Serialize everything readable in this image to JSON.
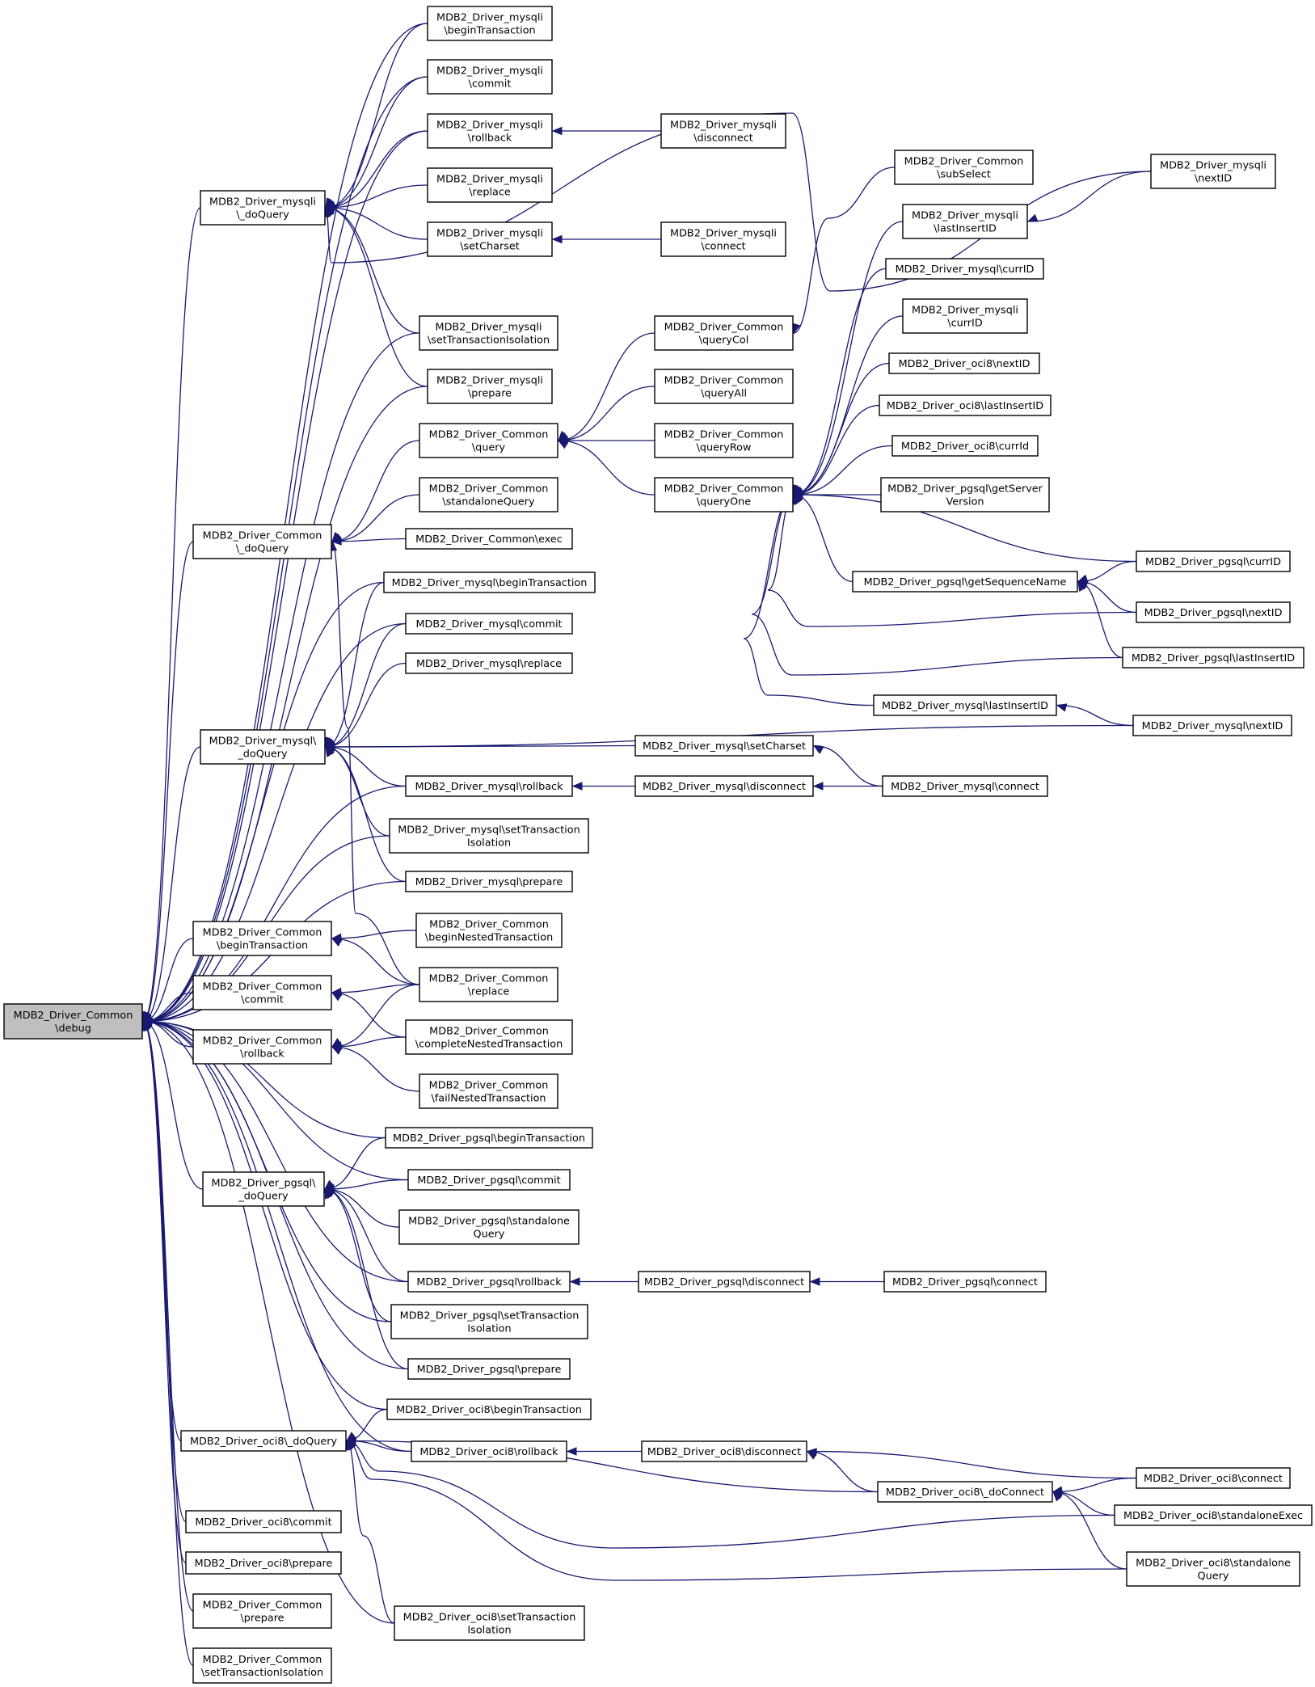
{
  "graph": {
    "nodes": [
      {
        "id": "root",
        "lines": [
          "MDB2_Driver_Common",
          "\\debug"
        ],
        "root": true
      },
      {
        "id": "n_mysqli_doQuery",
        "lines": [
          "MDB2_Driver_mysqli",
          "\\_doQuery"
        ]
      },
      {
        "id": "n_common_doQuery",
        "lines": [
          "MDB2_Driver_Common",
          "\\_doQuery"
        ]
      },
      {
        "id": "n_mysql_doQuery",
        "lines": [
          "MDB2_Driver_mysql\\",
          "_doQuery"
        ]
      },
      {
        "id": "n_common_beginTransaction",
        "lines": [
          "MDB2_Driver_Common",
          "\\beginTransaction"
        ]
      },
      {
        "id": "n_common_commit",
        "lines": [
          "MDB2_Driver_Common",
          "\\commit"
        ]
      },
      {
        "id": "n_common_rollback",
        "lines": [
          "MDB2_Driver_Common",
          "\\rollback"
        ]
      },
      {
        "id": "n_pgsql_doQuery",
        "lines": [
          "MDB2_Driver_pgsql\\",
          "_doQuery"
        ]
      },
      {
        "id": "n_oci8_doQuery",
        "lines": [
          "MDB2_Driver_oci8\\_doQuery"
        ]
      },
      {
        "id": "n_oci8_commit",
        "lines": [
          "MDB2_Driver_oci8\\commit"
        ]
      },
      {
        "id": "n_oci8_prepare",
        "lines": [
          "MDB2_Driver_oci8\\prepare"
        ]
      },
      {
        "id": "n_common_prepare",
        "lines": [
          "MDB2_Driver_Common",
          "\\prepare"
        ]
      },
      {
        "id": "n_common_setTransactionIsolation",
        "lines": [
          "MDB2_Driver_Common",
          "\\setTransactionIsolation"
        ]
      },
      {
        "id": "n_mysqli_beginTransaction",
        "lines": [
          "MDB2_Driver_mysqli",
          "\\beginTransaction"
        ]
      },
      {
        "id": "n_mysqli_commit",
        "lines": [
          "MDB2_Driver_mysqli",
          "\\commit"
        ]
      },
      {
        "id": "n_mysqli_rollback",
        "lines": [
          "MDB2_Driver_mysqli",
          "\\rollback"
        ]
      },
      {
        "id": "n_mysqli_replace",
        "lines": [
          "MDB2_Driver_mysqli",
          "\\replace"
        ]
      },
      {
        "id": "n_mysqli_setCharset",
        "lines": [
          "MDB2_Driver_mysqli",
          "\\setCharset"
        ]
      },
      {
        "id": "n_mysqli_setTransactionIsolation",
        "lines": [
          "MDB2_Driver_mysqli",
          "\\setTransactionIsolation"
        ]
      },
      {
        "id": "n_mysqli_prepare",
        "lines": [
          "MDB2_Driver_mysqli",
          "\\prepare"
        ]
      },
      {
        "id": "n_common_query",
        "lines": [
          "MDB2_Driver_Common",
          "\\query"
        ]
      },
      {
        "id": "n_common_standaloneQuery",
        "lines": [
          "MDB2_Driver_Common",
          "\\standaloneQuery"
        ]
      },
      {
        "id": "n_common_exec",
        "lines": [
          "MDB2_Driver_Common\\exec"
        ]
      },
      {
        "id": "n_mysql_beginTransaction",
        "lines": [
          "MDB2_Driver_mysql\\beginTransaction"
        ]
      },
      {
        "id": "n_mysql_commit",
        "lines": [
          "MDB2_Driver_mysql\\commit"
        ]
      },
      {
        "id": "n_mysql_replace",
        "lines": [
          "MDB2_Driver_mysql\\replace"
        ]
      },
      {
        "id": "n_mysql_rollback",
        "lines": [
          "MDB2_Driver_mysql\\rollback"
        ]
      },
      {
        "id": "n_mysql_setTransactionIsolation",
        "lines": [
          "MDB2_Driver_mysql\\setTransaction",
          "Isolation"
        ]
      },
      {
        "id": "n_mysql_prepare",
        "lines": [
          "MDB2_Driver_mysql\\prepare"
        ]
      },
      {
        "id": "n_common_beginNestedTransaction",
        "lines": [
          "MDB2_Driver_Common",
          "\\beginNestedTransaction"
        ]
      },
      {
        "id": "n_common_replace",
        "lines": [
          "MDB2_Driver_Common",
          "\\replace"
        ]
      },
      {
        "id": "n_common_completeNestedTransaction",
        "lines": [
          "MDB2_Driver_Common",
          "\\completeNestedTransaction"
        ]
      },
      {
        "id": "n_common_failNestedTransaction",
        "lines": [
          "MDB2_Driver_Common",
          "\\failNestedTransaction"
        ]
      },
      {
        "id": "n_pgsql_beginTransaction",
        "lines": [
          "MDB2_Driver_pgsql\\beginTransaction"
        ]
      },
      {
        "id": "n_pgsql_commit",
        "lines": [
          "MDB2_Driver_pgsql\\commit"
        ]
      },
      {
        "id": "n_pgsql_standaloneQuery",
        "lines": [
          "MDB2_Driver_pgsql\\standalone",
          "Query"
        ]
      },
      {
        "id": "n_pgsql_rollback",
        "lines": [
          "MDB2_Driver_pgsql\\rollback"
        ]
      },
      {
        "id": "n_pgsql_setTransactionIsolation",
        "lines": [
          "MDB2_Driver_pgsql\\setTransaction",
          "Isolation"
        ]
      },
      {
        "id": "n_pgsql_prepare",
        "lines": [
          "MDB2_Driver_pgsql\\prepare"
        ]
      },
      {
        "id": "n_oci8_beginTransaction",
        "lines": [
          "MDB2_Driver_oci8\\beginTransaction"
        ]
      },
      {
        "id": "n_oci8_rollback",
        "lines": [
          "MDB2_Driver_oci8\\rollback"
        ]
      },
      {
        "id": "n_oci8_setTransactionIsolation",
        "lines": [
          "MDB2_Driver_oci8\\setTransaction",
          "Isolation"
        ]
      },
      {
        "id": "n_mysqli_disconnect",
        "lines": [
          "MDB2_Driver_mysqli",
          "\\disconnect"
        ]
      },
      {
        "id": "n_mysqli_connect",
        "lines": [
          "MDB2_Driver_mysqli",
          "\\connect"
        ]
      },
      {
        "id": "n_common_queryCol",
        "lines": [
          "MDB2_Driver_Common",
          "\\queryCol"
        ]
      },
      {
        "id": "n_common_queryAll",
        "lines": [
          "MDB2_Driver_Common",
          "\\queryAll"
        ]
      },
      {
        "id": "n_common_queryRow",
        "lines": [
          "MDB2_Driver_Common",
          "\\queryRow"
        ]
      },
      {
        "id": "n_common_queryOne",
        "lines": [
          "MDB2_Driver_Common",
          "\\queryOne"
        ]
      },
      {
        "id": "n_mysql_setCharset",
        "lines": [
          "MDB2_Driver_mysql\\setCharset"
        ]
      },
      {
        "id": "n_mysql_disconnect",
        "lines": [
          "MDB2_Driver_mysql\\disconnect"
        ]
      },
      {
        "id": "n_pgsql_disconnect",
        "lines": [
          "MDB2_Driver_pgsql\\disconnect"
        ]
      },
      {
        "id": "n_oci8_disconnect",
        "lines": [
          "MDB2_Driver_oci8\\disconnect"
        ]
      },
      {
        "id": "n_common_subSelect",
        "lines": [
          "MDB2_Driver_Common",
          "\\subSelect"
        ]
      },
      {
        "id": "n_mysqli_lastInsertID",
        "lines": [
          "MDB2_Driver_mysqli",
          "\\lastInsertID"
        ]
      },
      {
        "id": "n_mysql_currID",
        "lines": [
          "MDB2_Driver_mysql\\currID"
        ]
      },
      {
        "id": "n_mysqli_currID",
        "lines": [
          "MDB2_Driver_mysqli",
          "\\currID"
        ]
      },
      {
        "id": "n_oci8_nextID",
        "lines": [
          "MDB2_Driver_oci8\\nextID"
        ]
      },
      {
        "id": "n_oci8_lastInsertID",
        "lines": [
          "MDB2_Driver_oci8\\lastInsertID"
        ]
      },
      {
        "id": "n_oci8_currId",
        "lines": [
          "MDB2_Driver_oci8\\currId"
        ]
      },
      {
        "id": "n_pgsql_getServerVersion",
        "lines": [
          "MDB2_Driver_pgsql\\getServer",
          "Version"
        ]
      },
      {
        "id": "n_pgsql_getSequenceName",
        "lines": [
          "MDB2_Driver_pgsql\\getSequenceName"
        ]
      },
      {
        "id": "n_mysql_lastInsertID",
        "lines": [
          "MDB2_Driver_mysql\\lastInsertID"
        ]
      },
      {
        "id": "n_mysql_connect",
        "lines": [
          "MDB2_Driver_mysql\\connect"
        ]
      },
      {
        "id": "n_pgsql_connect",
        "lines": [
          "MDB2_Driver_pgsql\\connect"
        ]
      },
      {
        "id": "n_oci8_doConnect",
        "lines": [
          "MDB2_Driver_oci8\\_doConnect"
        ]
      },
      {
        "id": "n_mysqli_nextID",
        "lines": [
          "MDB2_Driver_mysqli",
          "\\nextID"
        ]
      },
      {
        "id": "n_pgsql_currID",
        "lines": [
          "MDB2_Driver_pgsql\\currID"
        ]
      },
      {
        "id": "n_pgsql_nextID",
        "lines": [
          "MDB2_Driver_pgsql\\nextID"
        ]
      },
      {
        "id": "n_pgsql_lastInsertID",
        "lines": [
          "MDB2_Driver_pgsql\\lastInsertID"
        ]
      },
      {
        "id": "n_mysql_nextID",
        "lines": [
          "MDB2_Driver_mysql\\nextID"
        ]
      },
      {
        "id": "n_oci8_connect",
        "lines": [
          "MDB2_Driver_oci8\\connect"
        ]
      },
      {
        "id": "n_oci8_standaloneExec",
        "lines": [
          "MDB2_Driver_oci8\\standaloneExec"
        ]
      },
      {
        "id": "n_oci8_standaloneQuery",
        "lines": [
          "MDB2_Driver_oci8\\standalone",
          "Query"
        ]
      }
    ],
    "edges": [
      [
        "n_mysqli_doQuery",
        "root"
      ],
      [
        "n_common_doQuery",
        "root"
      ],
      [
        "n_mysql_doQuery",
        "root"
      ],
      [
        "n_common_beginTransaction",
        "root"
      ],
      [
        "n_common_commit",
        "root"
      ],
      [
        "n_common_rollback",
        "root"
      ],
      [
        "n_pgsql_doQuery",
        "root"
      ],
      [
        "n_oci8_doQuery",
        "root"
      ],
      [
        "n_oci8_commit",
        "root"
      ],
      [
        "n_oci8_prepare",
        "root"
      ],
      [
        "n_common_prepare",
        "root"
      ],
      [
        "n_common_setTransactionIsolation",
        "root"
      ],
      [
        "n_mysqli_beginTransaction",
        "root"
      ],
      [
        "n_mysqli_commit",
        "root"
      ],
      [
        "n_mysqli_rollback",
        "root"
      ],
      [
        "n_mysqli_setTransactionIsolation",
        "root"
      ],
      [
        "n_mysqli_prepare",
        "root"
      ],
      [
        "n_mysql_beginTransaction",
        "root"
      ],
      [
        "n_mysql_commit",
        "root"
      ],
      [
        "n_mysql_rollback",
        "root"
      ],
      [
        "n_mysql_setTransactionIsolation",
        "root"
      ],
      [
        "n_mysql_prepare",
        "root"
      ],
      [
        "n_pgsql_beginTransaction",
        "root"
      ],
      [
        "n_pgsql_commit",
        "root"
      ],
      [
        "n_pgsql_rollback",
        "root"
      ],
      [
        "n_pgsql_setTransactionIsolation",
        "root"
      ],
      [
        "n_pgsql_prepare",
        "root"
      ],
      [
        "n_oci8_beginTransaction",
        "root"
      ],
      [
        "n_oci8_rollback",
        "root"
      ],
      [
        "n_oci8_setTransactionIsolation",
        "root"
      ],
      [
        "n_mysqli_beginTransaction",
        "n_mysqli_doQuery"
      ],
      [
        "n_mysqli_commit",
        "n_mysqli_doQuery"
      ],
      [
        "n_mysqli_rollback",
        "n_mysqli_doQuery"
      ],
      [
        "n_mysqli_replace",
        "n_mysqli_doQuery"
      ],
      [
        "n_mysqli_setCharset",
        "n_mysqli_doQuery"
      ],
      [
        "n_mysqli_setTransactionIsolation",
        "n_mysqli_doQuery"
      ],
      [
        "n_mysqli_prepare",
        "n_mysqli_doQuery"
      ],
      [
        "n_mysqli_nextID",
        "n_mysqli_doQuery"
      ],
      [
        "n_common_query",
        "n_common_doQuery"
      ],
      [
        "n_common_standaloneQuery",
        "n_common_doQuery"
      ],
      [
        "n_common_exec",
        "n_common_doQuery"
      ],
      [
        "n_common_replace",
        "n_common_doQuery"
      ],
      [
        "n_mysql_beginTransaction",
        "n_mysql_doQuery"
      ],
      [
        "n_mysql_commit",
        "n_mysql_doQuery"
      ],
      [
        "n_mysql_replace",
        "n_mysql_doQuery"
      ],
      [
        "n_mysql_rollback",
        "n_mysql_doQuery"
      ],
      [
        "n_mysql_setTransactionIsolation",
        "n_mysql_doQuery"
      ],
      [
        "n_mysql_prepare",
        "n_mysql_doQuery"
      ],
      [
        "n_mysql_setCharset",
        "n_mysql_doQuery"
      ],
      [
        "n_mysql_nextID",
        "n_mysql_doQuery"
      ],
      [
        "n_common_beginNestedTransaction",
        "n_common_beginTransaction"
      ],
      [
        "n_common_replace",
        "n_common_beginTransaction"
      ],
      [
        "n_common_replace",
        "n_common_commit"
      ],
      [
        "n_common_completeNestedTransaction",
        "n_common_commit"
      ],
      [
        "n_common_replace",
        "n_common_rollback"
      ],
      [
        "n_common_completeNestedTransaction",
        "n_common_rollback"
      ],
      [
        "n_common_failNestedTransaction",
        "n_common_rollback"
      ],
      [
        "n_pgsql_beginTransaction",
        "n_pgsql_doQuery"
      ],
      [
        "n_pgsql_commit",
        "n_pgsql_doQuery"
      ],
      [
        "n_pgsql_standaloneQuery",
        "n_pgsql_doQuery"
      ],
      [
        "n_pgsql_rollback",
        "n_pgsql_doQuery"
      ],
      [
        "n_pgsql_setTransactionIsolation",
        "n_pgsql_doQuery"
      ],
      [
        "n_pgsql_prepare",
        "n_pgsql_doQuery"
      ],
      [
        "n_oci8_beginTransaction",
        "n_oci8_doQuery"
      ],
      [
        "n_oci8_rollback",
        "n_oci8_doQuery"
      ],
      [
        "n_oci8_setTransactionIsolation",
        "n_oci8_doQuery"
      ],
      [
        "n_oci8_doConnect",
        "n_oci8_doQuery"
      ],
      [
        "n_oci8_standaloneExec",
        "n_oci8_doQuery"
      ],
      [
        "n_oci8_standaloneQuery",
        "n_oci8_doQuery"
      ],
      [
        "n_mysqli_disconnect",
        "n_mysqli_rollback"
      ],
      [
        "n_mysqli_connect",
        "n_mysqli_setCharset"
      ],
      [
        "n_common_queryCol",
        "n_common_query"
      ],
      [
        "n_common_queryAll",
        "n_common_query"
      ],
      [
        "n_common_queryRow",
        "n_common_query"
      ],
      [
        "n_common_queryOne",
        "n_common_query"
      ],
      [
        "n_mysql_disconnect",
        "n_mysql_rollback"
      ],
      [
        "n_mysql_connect",
        "n_mysql_setCharset"
      ],
      [
        "n_mysql_connect",
        "n_mysql_disconnect"
      ],
      [
        "n_pgsql_disconnect",
        "n_pgsql_rollback"
      ],
      [
        "n_pgsql_connect",
        "n_pgsql_disconnect"
      ],
      [
        "n_oci8_disconnect",
        "n_oci8_rollback"
      ],
      [
        "n_oci8_doConnect",
        "n_oci8_disconnect"
      ],
      [
        "n_oci8_connect",
        "n_oci8_disconnect"
      ],
      [
        "n_common_subSelect",
        "n_common_queryCol"
      ],
      [
        "n_mysqli_lastInsertID",
        "n_common_queryOne"
      ],
      [
        "n_mysql_currID",
        "n_common_queryOne"
      ],
      [
        "n_mysqli_currID",
        "n_common_queryOne"
      ],
      [
        "n_oci8_nextID",
        "n_common_queryOne"
      ],
      [
        "n_oci8_lastInsertID",
        "n_common_queryOne"
      ],
      [
        "n_oci8_currId",
        "n_common_queryOne"
      ],
      [
        "n_pgsql_getServerVersion",
        "n_common_queryOne"
      ],
      [
        "n_pgsql_getSequenceName",
        "n_common_queryOne"
      ],
      [
        "n_pgsql_currID",
        "n_common_queryOne"
      ],
      [
        "n_pgsql_nextID",
        "n_common_queryOne"
      ],
      [
        "n_pgsql_lastInsertID",
        "n_common_queryOne"
      ],
      [
        "n_mysql_lastInsertID",
        "n_common_queryOne"
      ],
      [
        "n_mysqli_nextID",
        "n_mysqli_lastInsertID"
      ],
      [
        "n_pgsql_currID",
        "n_pgsql_getSequenceName"
      ],
      [
        "n_pgsql_nextID",
        "n_pgsql_getSequenceName"
      ],
      [
        "n_pgsql_lastInsertID",
        "n_pgsql_getSequenceName"
      ],
      [
        "n_mysql_nextID",
        "n_mysql_lastInsertID"
      ],
      [
        "n_oci8_connect",
        "n_oci8_doConnect"
      ],
      [
        "n_oci8_standaloneExec",
        "n_oci8_doConnect"
      ],
      [
        "n_oci8_standaloneQuery",
        "n_oci8_doConnect"
      ]
    ]
  }
}
